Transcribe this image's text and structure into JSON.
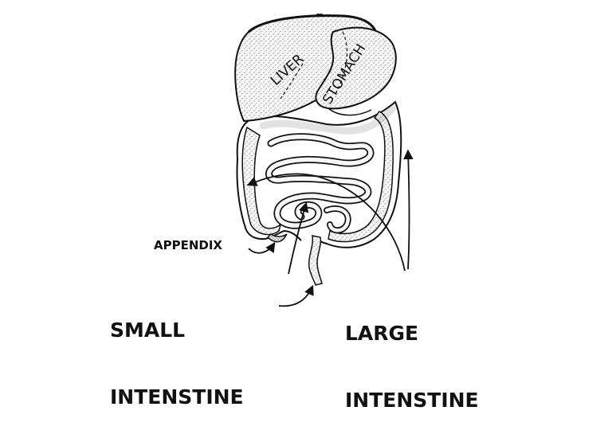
{
  "labels": {
    "liver": "LIVER",
    "stomach": "STOMACH",
    "appendix": "APPENDIX",
    "small_intestine": {
      "line1": "SMALL",
      "line2": "INTENSTINE"
    },
    "large_intestine": {
      "line1": "LARGE",
      "line2": "INTENSTINE"
    }
  },
  "colors": {
    "ink": "#111111",
    "background": "#ffffff",
    "organ_fill": "#f4f4f4"
  }
}
